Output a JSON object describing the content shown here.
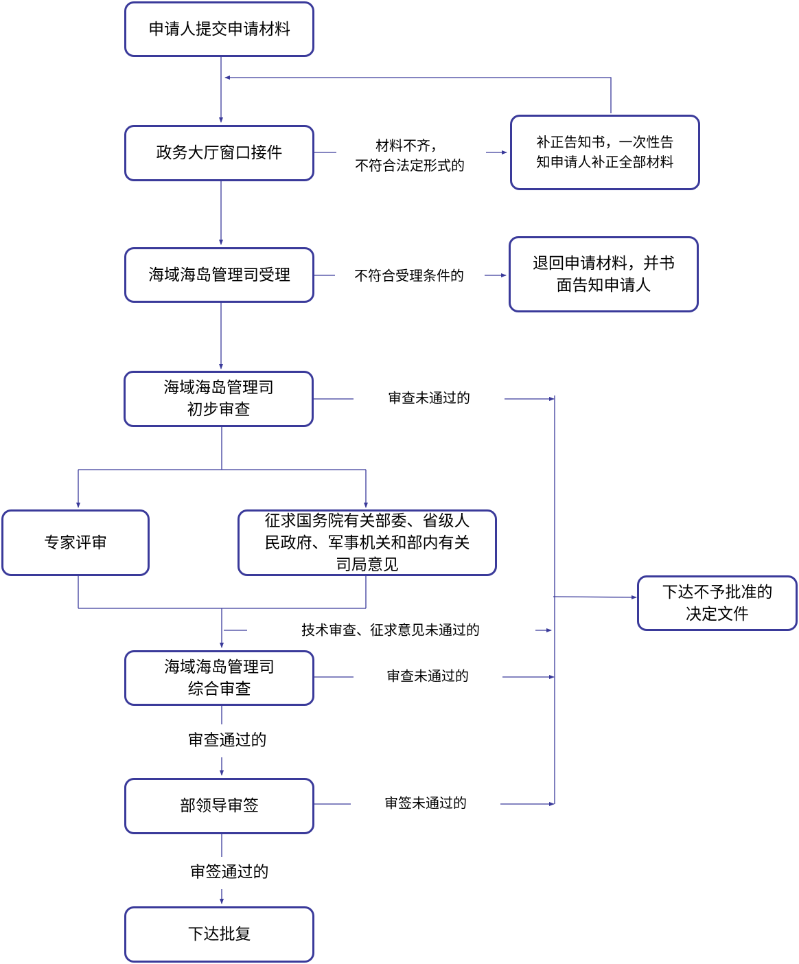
{
  "title": "海域海岛审批流程图",
  "colors": {
    "line": "#3a3a9a",
    "text": "#000000"
  },
  "boxes": {
    "submit": [
      "申请人提交申请材料"
    ],
    "window": [
      "政务大厅窗口接件"
    ],
    "correction": [
      "补正告知书，一次性告",
      "知申请人补正全部材料"
    ],
    "accept": [
      "海域海岛管理司受理"
    ],
    "return": [
      "退回申请材料，并书",
      "面告知申请人"
    ],
    "initial_review": [
      "海域海岛管理司",
      "初步审查"
    ],
    "expert": [
      "专家评审"
    ],
    "consult": [
      "征求国务院有关部委、省级人",
      "民政府、军事机关和部内有关",
      "司局意见"
    ],
    "comprehensive": [
      "海域海岛管理司",
      "综合审查"
    ],
    "leader": [
      "部领导审签"
    ],
    "approve": [
      "下达批复"
    ],
    "reject": [
      "下达不予批准的",
      "决定文件"
    ]
  },
  "labels": {
    "incomplete": [
      "材料不齐，",
      "不符合法定形式的"
    ],
    "not_eligible": "不符合受理条件的",
    "initial_fail": "审查未通过的",
    "tech_fail": "技术审查、征求意见未通过的",
    "comp_fail": "审查未通过的",
    "comp_pass": "审查通过的",
    "sign_fail": "审签未通过的",
    "sign_pass": "审签通过的"
  }
}
